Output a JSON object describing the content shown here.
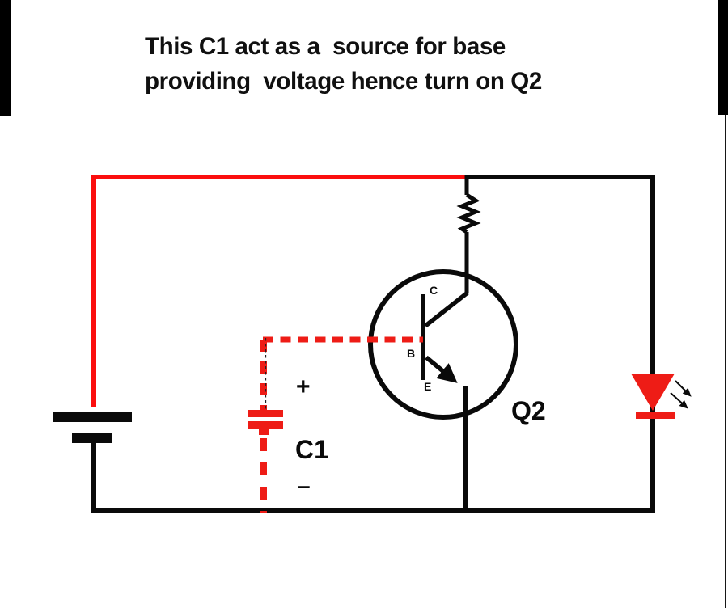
{
  "title": {
    "line1": "This C1 act as a  source for base",
    "line2": "providing  voltage hence turn on Q2"
  },
  "labels": {
    "transistor": "Q2",
    "capacitor": "C1",
    "collector": "C",
    "base": "B",
    "emitter": "E",
    "plus": "+",
    "minus": "–"
  },
  "colors": {
    "wire_red": "#fb0e0e",
    "component_red": "#ee1c16",
    "ink_black": "#0a0a0a"
  }
}
